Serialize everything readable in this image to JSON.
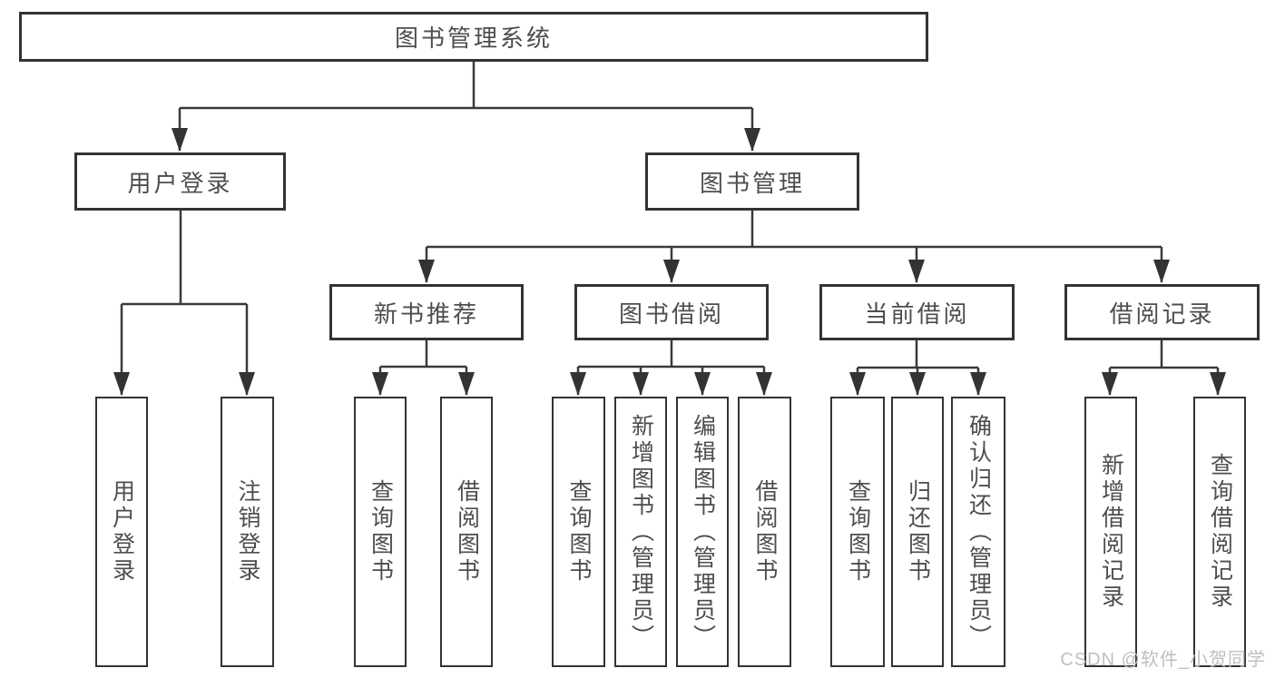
{
  "watermark": "CSDN @软件_小贺同学",
  "colors": {
    "background": "#ffffff",
    "line": "#3a3a3a",
    "box_border": "#333333",
    "text": "#4d4d4d",
    "watermark_color": "#bcc0c6"
  },
  "tree": {
    "root": {
      "label": "图书管理系统"
    },
    "branches": [
      {
        "label": "用户登录",
        "children": [
          {
            "label": "用户登录"
          },
          {
            "label": "注销登录"
          }
        ]
      },
      {
        "label": "图书管理",
        "children": [
          {
            "label": "新书推荐",
            "children": [
              {
                "label": "查询图书"
              },
              {
                "label": "借阅图书"
              }
            ]
          },
          {
            "label": "图书借阅",
            "children": [
              {
                "label": "查询图书"
              },
              {
                "label": "新增图书（管理员）"
              },
              {
                "label": "编辑图书（管理员）"
              },
              {
                "label": "借阅图书"
              }
            ]
          },
          {
            "label": "当前借阅",
            "children": [
              {
                "label": "查询图书"
              },
              {
                "label": "归还图书"
              },
              {
                "label": "确认归还（管理员）"
              }
            ]
          },
          {
            "label": "借阅记录",
            "children": [
              {
                "label": "新增借阅记录"
              },
              {
                "label": "查询借阅记录"
              }
            ]
          }
        ]
      }
    ]
  }
}
